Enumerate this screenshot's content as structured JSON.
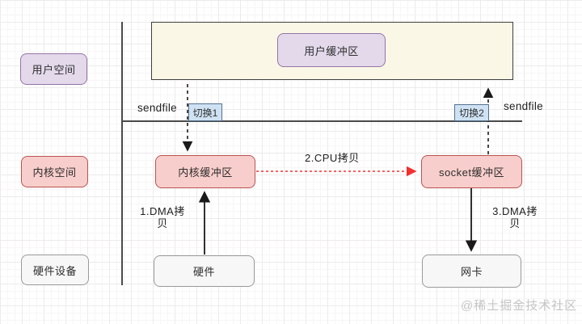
{
  "lanes": {
    "user_space": "用户空间",
    "kernel_space": "内核空间",
    "hardware_device": "硬件设备"
  },
  "nodes": {
    "user_buffer": "用户缓冲区",
    "kernel_buffer": "内核缓冲区",
    "socket_buffer": "socket缓冲区",
    "hardware": "硬件",
    "nic": "网卡"
  },
  "labels": {
    "sendfile_left": "sendfile",
    "sendfile_right": "sendfile",
    "switch_1": "切换1",
    "switch_2": "切换2",
    "cpu_copy": "2.CPU拷贝",
    "dma_copy_1": "1.DMA拷贝",
    "dma_copy_3": "3.DMA拷贝"
  },
  "watermark": "@稀土掘金技术社区",
  "colors": {
    "purple_fill": "#e3d9eb",
    "purple_border": "#9673a6",
    "pink_fill": "#f8cecc",
    "pink_border": "#b85450",
    "gray_fill": "#f7f7f7",
    "gray_border": "#9a9a9a",
    "blue_fill": "#cfe2f3",
    "blue_border": "#54718e",
    "cream_fill": "#faf7e7",
    "frame_border": "#3f3f3f",
    "separator_line": "#4a4a4a",
    "arrow_black": "#1a1a1a",
    "arrow_red": "#f23030",
    "watermark_gray": "#c5c5c5"
  }
}
